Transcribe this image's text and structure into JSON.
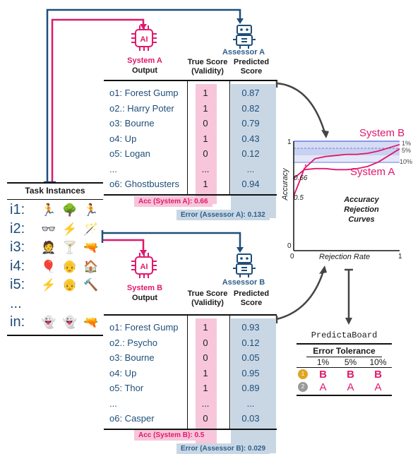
{
  "system_a": {
    "name": "System A",
    "output_header": "Output",
    "assessor": "Assessor A",
    "true_header": "True Score (Validity)",
    "pred_header": "Predicted Score",
    "rows": [
      {
        "o": "o1: Forest Gump",
        "t": "1",
        "p": "0.87"
      },
      {
        "o": "o2.: Harry Poter",
        "t": "1",
        "p": "0.82"
      },
      {
        "o": "o3: Bourne",
        "t": "0",
        "p": "0.79"
      },
      {
        "o": "o4: Up",
        "t": "1",
        "p": "0.43"
      },
      {
        "o": "o5: Logan",
        "t": "0",
        "p": "0.12"
      },
      {
        "o": "...",
        "t": "...",
        "p": "..."
      },
      {
        "o": "o6: Ghostbusters",
        "t": "1",
        "p": "0.94"
      }
    ],
    "acc": "Acc (System A): 0.66",
    "err": "Error (Assessor A): 0.132"
  },
  "system_b": {
    "name": "System B",
    "output_header": "Output",
    "assessor": "Assessor B",
    "true_header": "True Score (Validity)",
    "pred_header": "Predicted Score",
    "rows": [
      {
        "o": "o1: Forest Gump",
        "t": "1",
        "p": "0.93"
      },
      {
        "o": "o2.: Psycho",
        "t": "0",
        "p": "0.12"
      },
      {
        "o": "o3: Bourne",
        "t": "0",
        "p": "0.05"
      },
      {
        "o": "o4: Up",
        "t": "1",
        "p": "0.95"
      },
      {
        "o": "o5: Thor",
        "t": "1",
        "p": "0.89"
      },
      {
        "o": "...",
        "t": "...",
        "p": "..."
      },
      {
        "o": "o6: Casper",
        "t": "0",
        "p": "0.03"
      }
    ],
    "acc": "Acc (System B): 0.5",
    "err": "Error (Assessor B): 0.029"
  },
  "task_instances": {
    "title": "Task Instances",
    "items": [
      {
        "label": "i1:",
        "emojis": [
          "🏃",
          "🌳",
          "🏃"
        ]
      },
      {
        "label": "i2:",
        "emojis": [
          "👓",
          "⚡",
          "🪄"
        ]
      },
      {
        "label": "i3:",
        "emojis": [
          "🤵",
          "🍸",
          "🔫"
        ]
      },
      {
        "label": "i4:",
        "emojis": [
          "🎈",
          "👴",
          "🏠"
        ]
      },
      {
        "label": "i5:",
        "emojis": [
          "⚡",
          "👴",
          "🔨"
        ]
      },
      {
        "label": "...",
        "emojis": []
      },
      {
        "label": "in:",
        "emojis": [
          "👻",
          "👻",
          "🔫"
        ]
      }
    ]
  },
  "chart": {
    "ylabel": "Accuracy",
    "xlabel": "Rejection Rate",
    "y_ticks": [
      "1",
      "0.66",
      "0.5",
      "0"
    ],
    "x_ticks": [
      "0",
      "1"
    ],
    "series_b": "System B",
    "series_a": "System A",
    "tolerance_labels": [
      "1%",
      "5%",
      "10%"
    ],
    "title_lines": [
      "Accuracy",
      "Rejection",
      "Curves"
    ]
  },
  "chart_data": {
    "type": "line",
    "xlabel": "Rejection Rate",
    "ylabel": "Accuracy",
    "xlim": [
      0,
      1
    ],
    "ylim": [
      0,
      1
    ],
    "series": [
      {
        "name": "System B",
        "x": [
          0,
          0.05,
          0.1,
          0.2,
          0.3,
          0.4,
          0.5,
          0.6,
          0.7,
          0.8,
          0.9,
          1.0
        ],
        "y": [
          0.5,
          0.62,
          0.75,
          0.84,
          0.86,
          0.87,
          0.88,
          0.88,
          0.89,
          0.91,
          0.94,
          0.97
        ]
      },
      {
        "name": "System A",
        "x": [
          0,
          0.05,
          0.1,
          0.2,
          0.3,
          0.4,
          0.5,
          0.6,
          0.7,
          0.8,
          0.9,
          1.0
        ],
        "y": [
          0.66,
          0.7,
          0.74,
          0.75,
          0.75,
          0.74,
          0.74,
          0.75,
          0.77,
          0.81,
          0.87,
          0.93
        ]
      }
    ]
  },
  "predictaboard": {
    "title": "PredictaBoard",
    "subtitle": "Error Tolerance",
    "cols": [
      "1%",
      "5%",
      "10%"
    ],
    "rows": [
      {
        "medal": "1",
        "vals": [
          "B",
          "B",
          "B"
        ]
      },
      {
        "medal": "2",
        "vals": [
          "A",
          "A",
          "A"
        ]
      }
    ]
  },
  "colors": {
    "pink": "#e0186c",
    "blue": "#1f4e79",
    "band": "#c9d2f0"
  }
}
